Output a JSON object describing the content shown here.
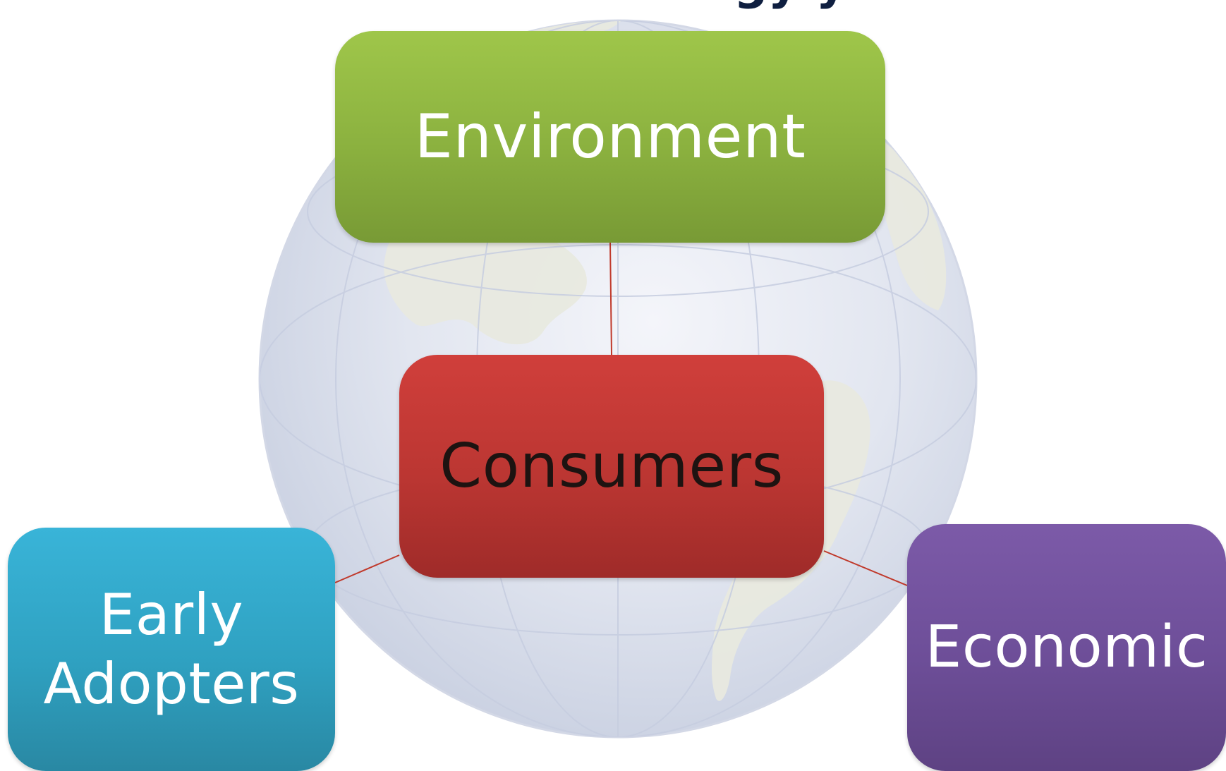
{
  "slide": {
    "title_fragment": "gy   y"
  },
  "diagram": {
    "center": {
      "label": "Consumers",
      "color": "#c0392b"
    },
    "nodes": {
      "environment": {
        "label": "Environment",
        "color": "#8db542"
      },
      "early_adopters": {
        "label_line1": "Early",
        "label_line2": "Adopters",
        "color": "#31a6c7"
      },
      "economic": {
        "label": "Economic",
        "color": "#6f4e9a"
      }
    },
    "connector_color": "#c0392b",
    "background_image": "world-globe"
  }
}
